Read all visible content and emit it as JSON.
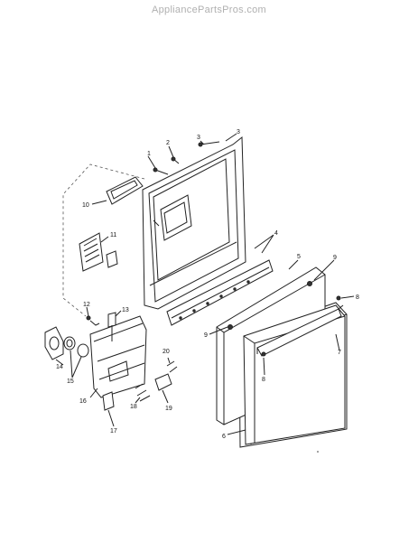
{
  "watermark": "AppliancePartsPros.com",
  "callouts": {
    "c1": "1",
    "c2": "2",
    "c3": "3",
    "c3b": "3",
    "c4": "4",
    "c5": "5",
    "c6": "6",
    "c7": "7",
    "c8a": "8",
    "c8b": "8",
    "c9a": "9",
    "c9b": "9",
    "c10": "10",
    "c11": "11",
    "c12": "12",
    "c13": "13",
    "c14": "14",
    "c15": "15",
    "c16": "16",
    "c17": "17",
    "c18": "18",
    "c19": "19",
    "c20": "20"
  }
}
